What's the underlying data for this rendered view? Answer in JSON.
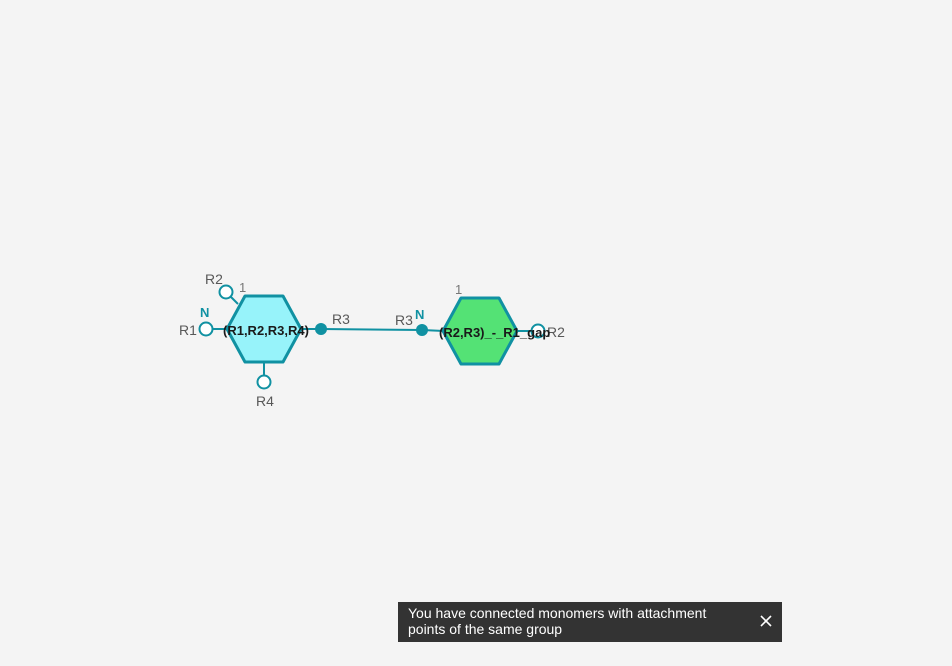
{
  "canvas": {
    "background": "#f4f4f4",
    "accent_color": "#1091a2"
  },
  "monomer_1": {
    "label": "(R1,R2,R3,R4)",
    "number": "1",
    "fill_color": "#97f3fa",
    "stroke_color": "#1091a2",
    "attachment_points": {
      "r1": "R1",
      "r2": "R2",
      "r3": "R3",
      "r4": "R4"
    },
    "n_label": "N"
  },
  "monomer_2": {
    "label": "(R2,R3)_-_R1_gap",
    "number": "1",
    "fill_color": "#54e275",
    "stroke_color": "#1091a2",
    "attachment_points": {
      "r3": "R3",
      "r2": "R2"
    },
    "n_label": "N"
  },
  "notification": {
    "message": "You have connected monomers with attachment points of the same group",
    "background": "#333333",
    "close_icon": "close-icon"
  }
}
